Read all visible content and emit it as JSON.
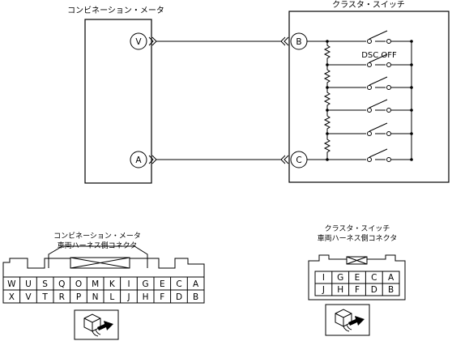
{
  "combination_meter": {
    "title": "コンビネーション・メータ",
    "pins": [
      "V",
      "A"
    ]
  },
  "cluster_switch": {
    "title": "クラスタ・スイッチ",
    "pins": [
      "B",
      "C"
    ],
    "switch_label": "DSC OFF"
  },
  "meter_connector": {
    "title_line1": "コンビネーション・メータ",
    "title_line2": "車両ハーネス側コネクタ",
    "row1": [
      "W",
      "U",
      "S",
      "Q",
      "O",
      "M",
      "K",
      "I",
      "G",
      "E",
      "C",
      "A"
    ],
    "row2": [
      "X",
      "V",
      "T",
      "R",
      "P",
      "N",
      "L",
      "J",
      "H",
      "F",
      "D",
      "B"
    ]
  },
  "switch_connector": {
    "title_line1": "クラスタ・スイッチ",
    "title_line2": "車両ハーネス側コネクタ",
    "row1": [
      "I",
      "G",
      "E",
      "C",
      "A"
    ],
    "row2": [
      "J",
      "H",
      "F",
      "D",
      "B"
    ]
  }
}
